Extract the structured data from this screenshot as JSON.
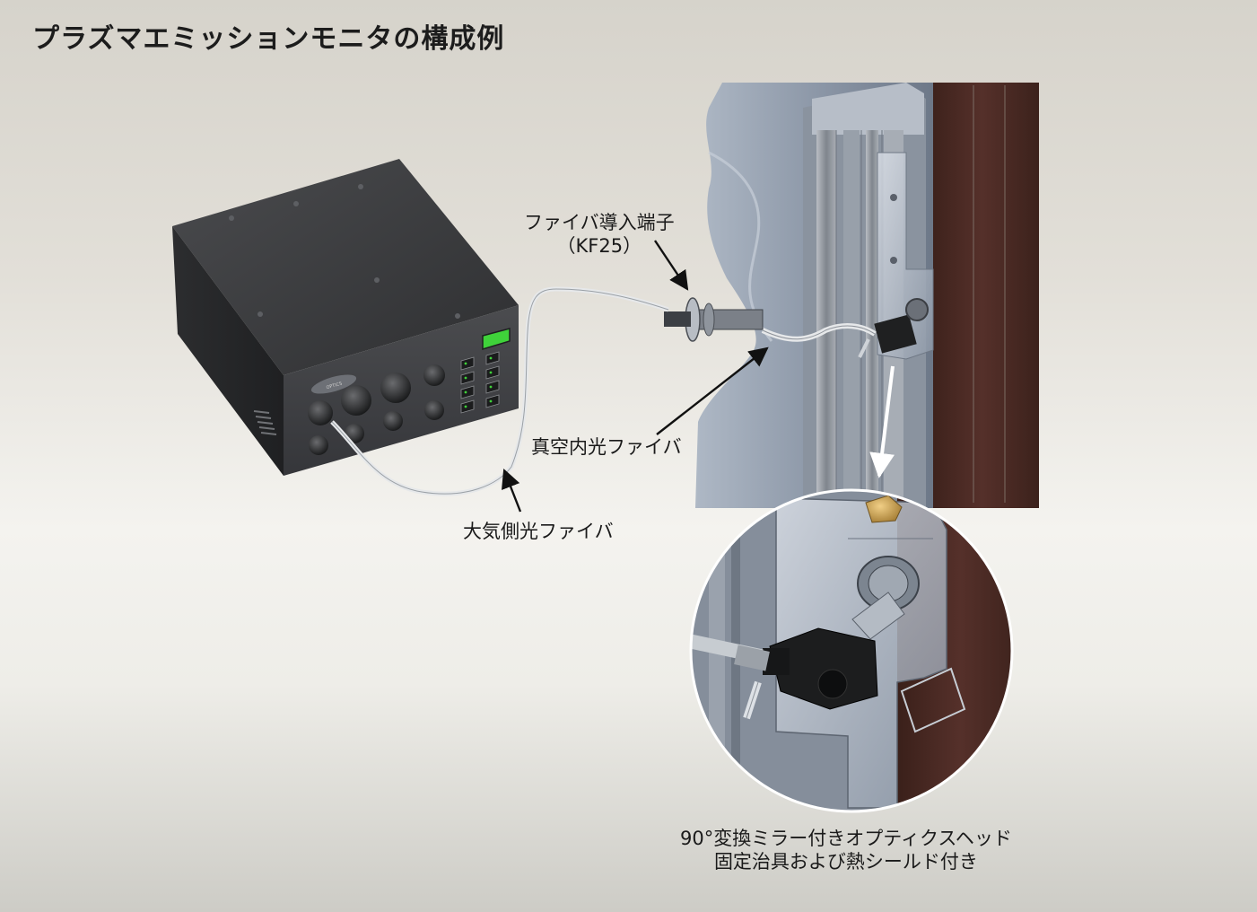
{
  "title": "プラズマエミッションモニタの構成例",
  "labels": {
    "fiber_port_line1": "ファイバ導入端子",
    "fiber_port_line2": "（KF25）",
    "vacuum_fiber": "真空内光ファイバ",
    "air_fiber": "大気側光ファイバ",
    "optics_head_line1": "90°変換ミラー付きオプティクスヘッド",
    "optics_head_line2": "固定治具および熱シールド付き"
  },
  "device": {
    "brand_label": "OPTICS",
    "display_color": "#3fd23a",
    "channel_count": 8
  },
  "colors": {
    "device_body": "#3a3b3d",
    "chamber": "#98a3b3",
    "wall": "#4a2a22",
    "fiber": "#e6e8ea"
  }
}
